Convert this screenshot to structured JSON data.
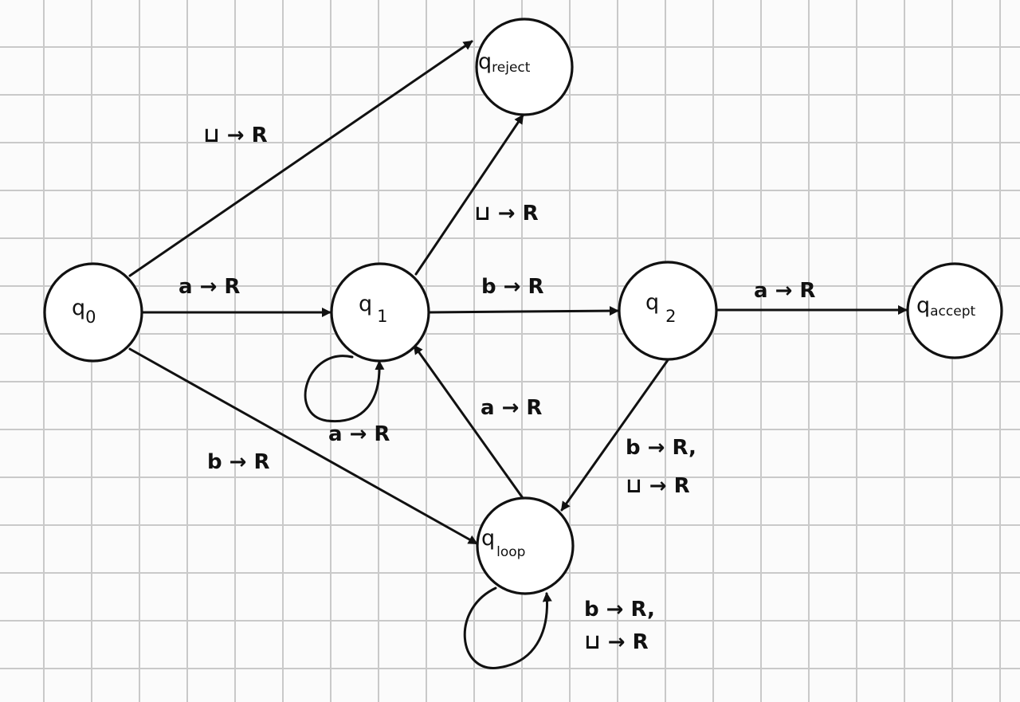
{
  "states": {
    "q0": {
      "main": "q",
      "sub": "0"
    },
    "q1": {
      "main": "q",
      "sub": "1"
    },
    "q2": {
      "main": "q",
      "sub": "2"
    },
    "qaccept": {
      "main": "q",
      "sub": "accept"
    },
    "qreject": {
      "main": "q",
      "sub": "reject"
    },
    "qloop": {
      "main": "q",
      "sub": "loop"
    }
  },
  "transitions": {
    "q0_qreject": "⊔ → R",
    "q0_q1": "a → R",
    "q0_qloop": "b → R",
    "q1_self": "a → R",
    "q1_qreject": "⊔ → R",
    "q1_q2": "b → R",
    "q2_qaccept": "a → R",
    "q2_qloop_line1": "b → R,",
    "q2_qloop_line2": "⊔ → R",
    "qloop_q1": "a → R",
    "qloop_self_line1": "b → R,",
    "qloop_self_line2": "⊔ → R"
  }
}
